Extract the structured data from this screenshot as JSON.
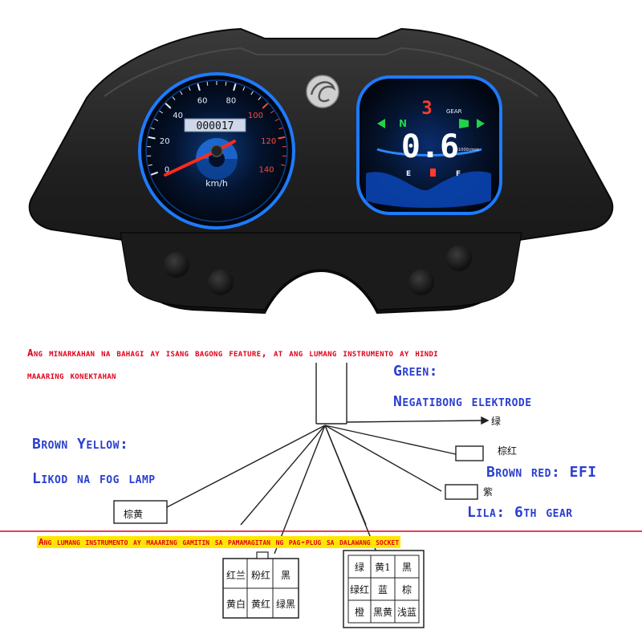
{
  "dashboard": {
    "speedometer": {
      "ticks": [
        "0",
        "20",
        "40",
        "60",
        "80",
        "100",
        "120",
        "140"
      ],
      "odometer": "000017",
      "unit": "km/h"
    },
    "display": {
      "gear_number": "3",
      "gear_label": "GEAR",
      "left_indicator": "N",
      "speed_value": "0.6",
      "rpm_label": "x1000r/min",
      "fuel_empty": "E",
      "fuel_full": "F"
    }
  },
  "notes": {
    "new_feature": "Ang minarkahan na bahagi ay isang bagong feature, at ang lumang instrumento ay hindi maaaring konektahan",
    "new_feature_line1": "Ang minarkahan na bahagi ay isang bagong feature, at ang lumang instrumento ay hindi",
    "new_feature_line2": "maaaring konektahan",
    "old_instrument": "Ang lumang instrumento ay maaaring gamitin sa pamamagitan ng pag-plug sa dalawang socket"
  },
  "wires": {
    "green_title": "Green:",
    "green_desc": "Negatibong elektrode",
    "green_cn": "绿",
    "brown_yellow_title": "Brown Yellow:",
    "brown_yellow_desc": "Likod na fog lamp",
    "brown_yellow_cn": "棕黄",
    "brown_red": "Brown red: EFI",
    "brown_red_cn": "棕红",
    "purple": "Lila: 6th gear",
    "purple_cn": "紫"
  },
  "connectors": {
    "left": [
      [
        "红兰",
        "粉红",
        "黑"
      ],
      [
        "黄白",
        "黄红",
        "绿黑"
      ]
    ],
    "right": [
      [
        "绿",
        "黄1",
        "黑"
      ],
      [
        "绿红",
        "蓝",
        "棕"
      ],
      [
        "橙",
        "黑黄",
        "浅蓝"
      ]
    ]
  },
  "colors": {
    "note_red": "#e0001b",
    "label_blue": "#2a3fd0",
    "highlight_yellow": "#ffe800",
    "gauge_blue": "#1d7bff",
    "needle_red": "#ff2a1a",
    "lcd_white": "#ffffff",
    "lcd_green": "#22d24a",
    "lcd_red": "#ff3b2a"
  }
}
